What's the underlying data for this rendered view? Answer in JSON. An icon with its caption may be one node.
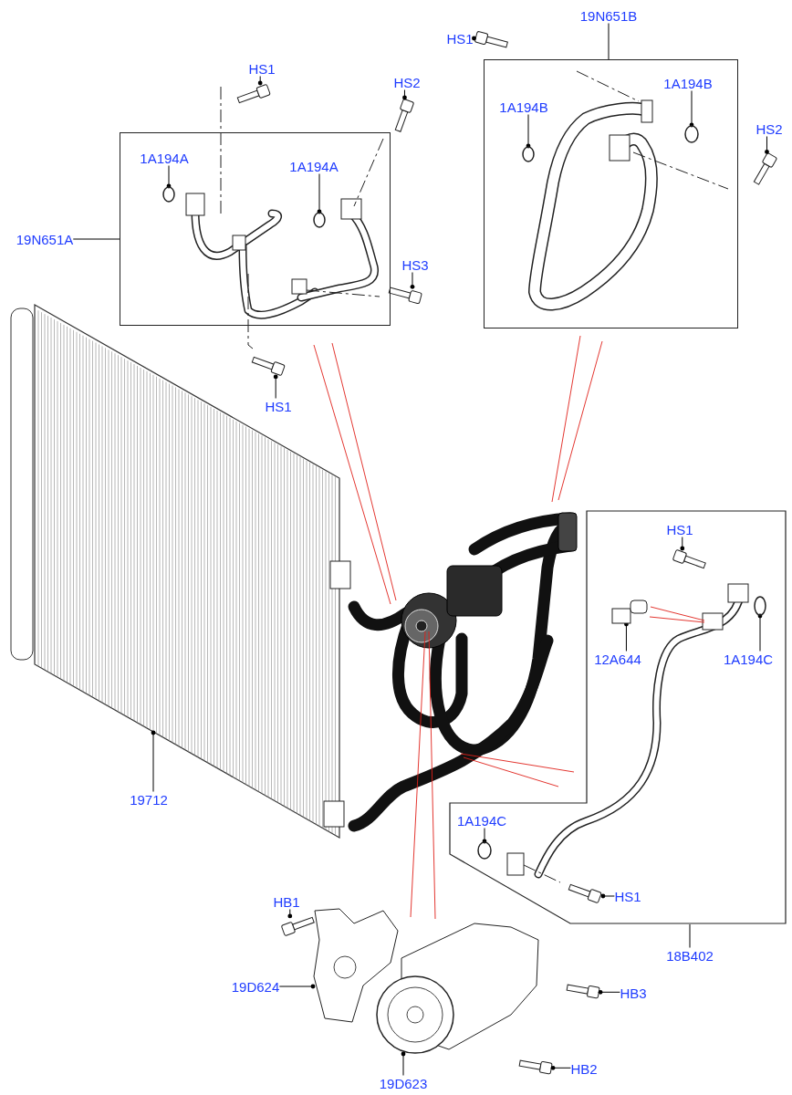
{
  "diagram": {
    "nodes": [
      {
        "text": [],
        "shape": "box"
      },
      {
        "text": [
          "HS1"
        ]
      },
      {
        "text": [
          "HS2"
        ]
      },
      {
        "text": [
          "1A194A"
        ],
        "in": 0
      },
      {
        "text": [
          "1A194A"
        ],
        "in": 0
      },
      {
        "text": [
          "19N651A"
        ]
      },
      {
        "text": [
          "HS3"
        ]
      },
      {
        "text": [
          "HS1"
        ]
      },
      {
        "text": [],
        "shape": "box"
      },
      {
        "text": [
          "19N651B"
        ]
      },
      {
        "text": [
          "HS1"
        ]
      },
      {
        "text": [
          "1A194B"
        ],
        "in": 8
      },
      {
        "text": [
          "1A194B"
        ],
        "in": 8
      },
      {
        "text": [
          "HS2"
        ]
      },
      {
        "text": [],
        "shape": "box"
      },
      {
        "text": [
          "HS1"
        ],
        "in": 14
      },
      {
        "text": [
          "12A644"
        ],
        "in": 14
      },
      {
        "text": [
          "1A194C"
        ],
        "in": 14
      },
      {
        "text": [
          "19712"
        ]
      },
      {
        "text": [
          "1A194C"
        ],
        "in": 14
      },
      {
        "text": [
          "HS1"
        ],
        "in": 14
      },
      {
        "text": [
          "HB1"
        ]
      },
      {
        "text": [
          "18B402"
        ]
      },
      {
        "text": [
          "19D624"
        ]
      },
      {
        "text": [
          "HB3"
        ]
      },
      {
        "text": [
          "HB2"
        ]
      },
      {
        "text": [
          "19D623"
        ]
      },
      {
        "text": [],
        "shape": "picture"
      },
      {
        "text": [],
        "shape": "picture"
      },
      {
        "text": [],
        "shape": "circle",
        "in": 0
      },
      {
        "text": [],
        "shape": "circle",
        "in": 0
      },
      {
        "text": [],
        "shape": "picture"
      },
      {
        "text": [],
        "shape": "picture"
      },
      {
        "text": [],
        "shape": "picture"
      },
      {
        "text": [],
        "shape": "circle",
        "in": 8
      },
      {
        "text": [],
        "shape": "circle",
        "in": 8
      },
      {
        "text": [],
        "shape": "picture"
      },
      {
        "text": [],
        "shape": "picture",
        "in": 14
      },
      {
        "text": [],
        "shape": "picture",
        "in": 14
      },
      {
        "text": [],
        "shape": "circle",
        "in": 14
      },
      {
        "text": [],
        "shape": "picture"
      },
      {
        "text": [],
        "shape": "circle",
        "in": 14
      },
      {
        "text": [],
        "shape": "picture",
        "in": 14
      },
      {
        "text": [],
        "shape": "picture"
      },
      {
        "text": [],
        "shape": "picture"
      },
      {
        "text": [],
        "shape": "picture"
      },
      {
        "text": [],
        "shape": "picture"
      },
      {
        "text": [],
        "shape": "picture"
      }
    ],
    "edges": [
      {
        "from": 1,
        "to": 27,
        "arrow": "other"
      },
      {
        "from": 2,
        "to": 28,
        "arrow": "other"
      },
      {
        "from": 3,
        "to": 29,
        "arrow": "other"
      },
      {
        "from": 4,
        "to": 30,
        "arrow": "other"
      },
      {
        "from": 5,
        "to": 0,
        "arrow": "none"
      },
      {
        "from": 6,
        "to": 31,
        "arrow": "other"
      },
      {
        "from": 7,
        "to": 32,
        "arrow": "other"
      },
      {
        "from": 9,
        "to": 8,
        "arrow": "none"
      },
      {
        "from": 10,
        "to": 33,
        "arrow": "other"
      },
      {
        "from": 11,
        "to": 34,
        "arrow": "other"
      },
      {
        "from": 12,
        "to": 35,
        "arrow": "other"
      },
      {
        "from": 13,
        "to": 36,
        "arrow": "other"
      },
      {
        "from": 15,
        "to": 37,
        "arrow": "other"
      },
      {
        "from": 16,
        "to": 38,
        "arrow": "other"
      },
      {
        "from": 17,
        "to": 39,
        "arrow": "other"
      },
      {
        "from": 18,
        "to": 40,
        "arrow": "other"
      },
      {
        "from": 19,
        "to": 41,
        "arrow": "other"
      },
      {
        "from": 20,
        "to": 42,
        "arrow": "other"
      },
      {
        "from": 21,
        "to": 43,
        "arrow": "other"
      },
      {
        "from": 22,
        "to": 14,
        "arrow": "none"
      },
      {
        "from": 23,
        "to": 44,
        "arrow": "other"
      },
      {
        "from": 24,
        "to": 45,
        "arrow": "other"
      },
      {
        "from": 25,
        "to": 46,
        "arrow": "other"
      },
      {
        "from": 26,
        "to": 47,
        "arrow": "other"
      }
    ]
  }
}
